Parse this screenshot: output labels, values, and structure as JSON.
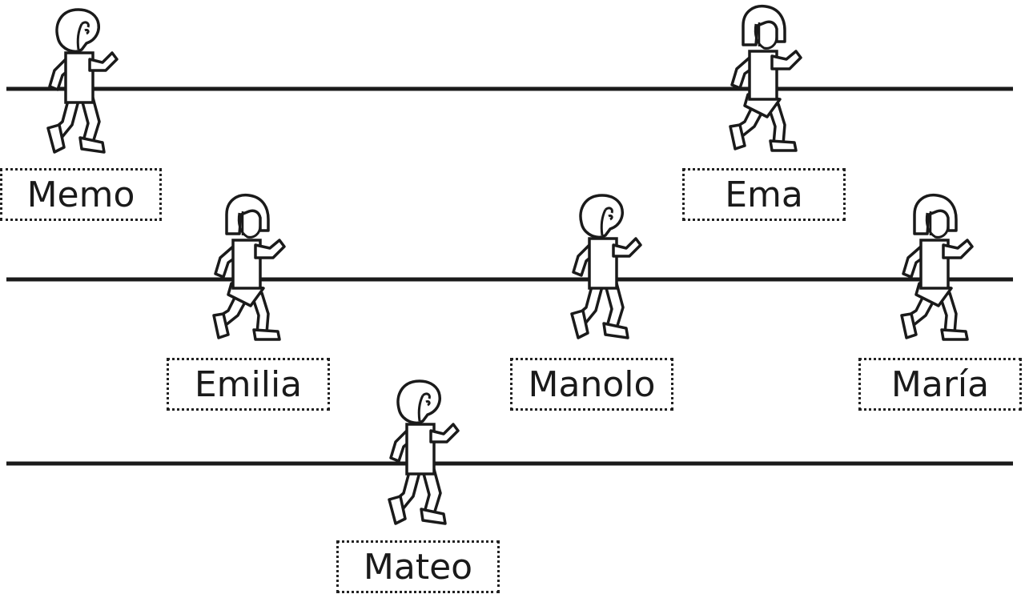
{
  "runners": [
    {
      "name": "Memo",
      "figure": "boy"
    },
    {
      "name": "Ema",
      "figure": "girl"
    },
    {
      "name": "Emilia",
      "figure": "girl"
    },
    {
      "name": "Manolo",
      "figure": "boy"
    },
    {
      "name": "María",
      "figure": "girl"
    },
    {
      "name": "Mateo",
      "figure": "boy"
    }
  ],
  "colors": {
    "line": "#1a1a1a",
    "figure_stroke": "#1a1a1a",
    "figure_fill": "#ffffff"
  }
}
